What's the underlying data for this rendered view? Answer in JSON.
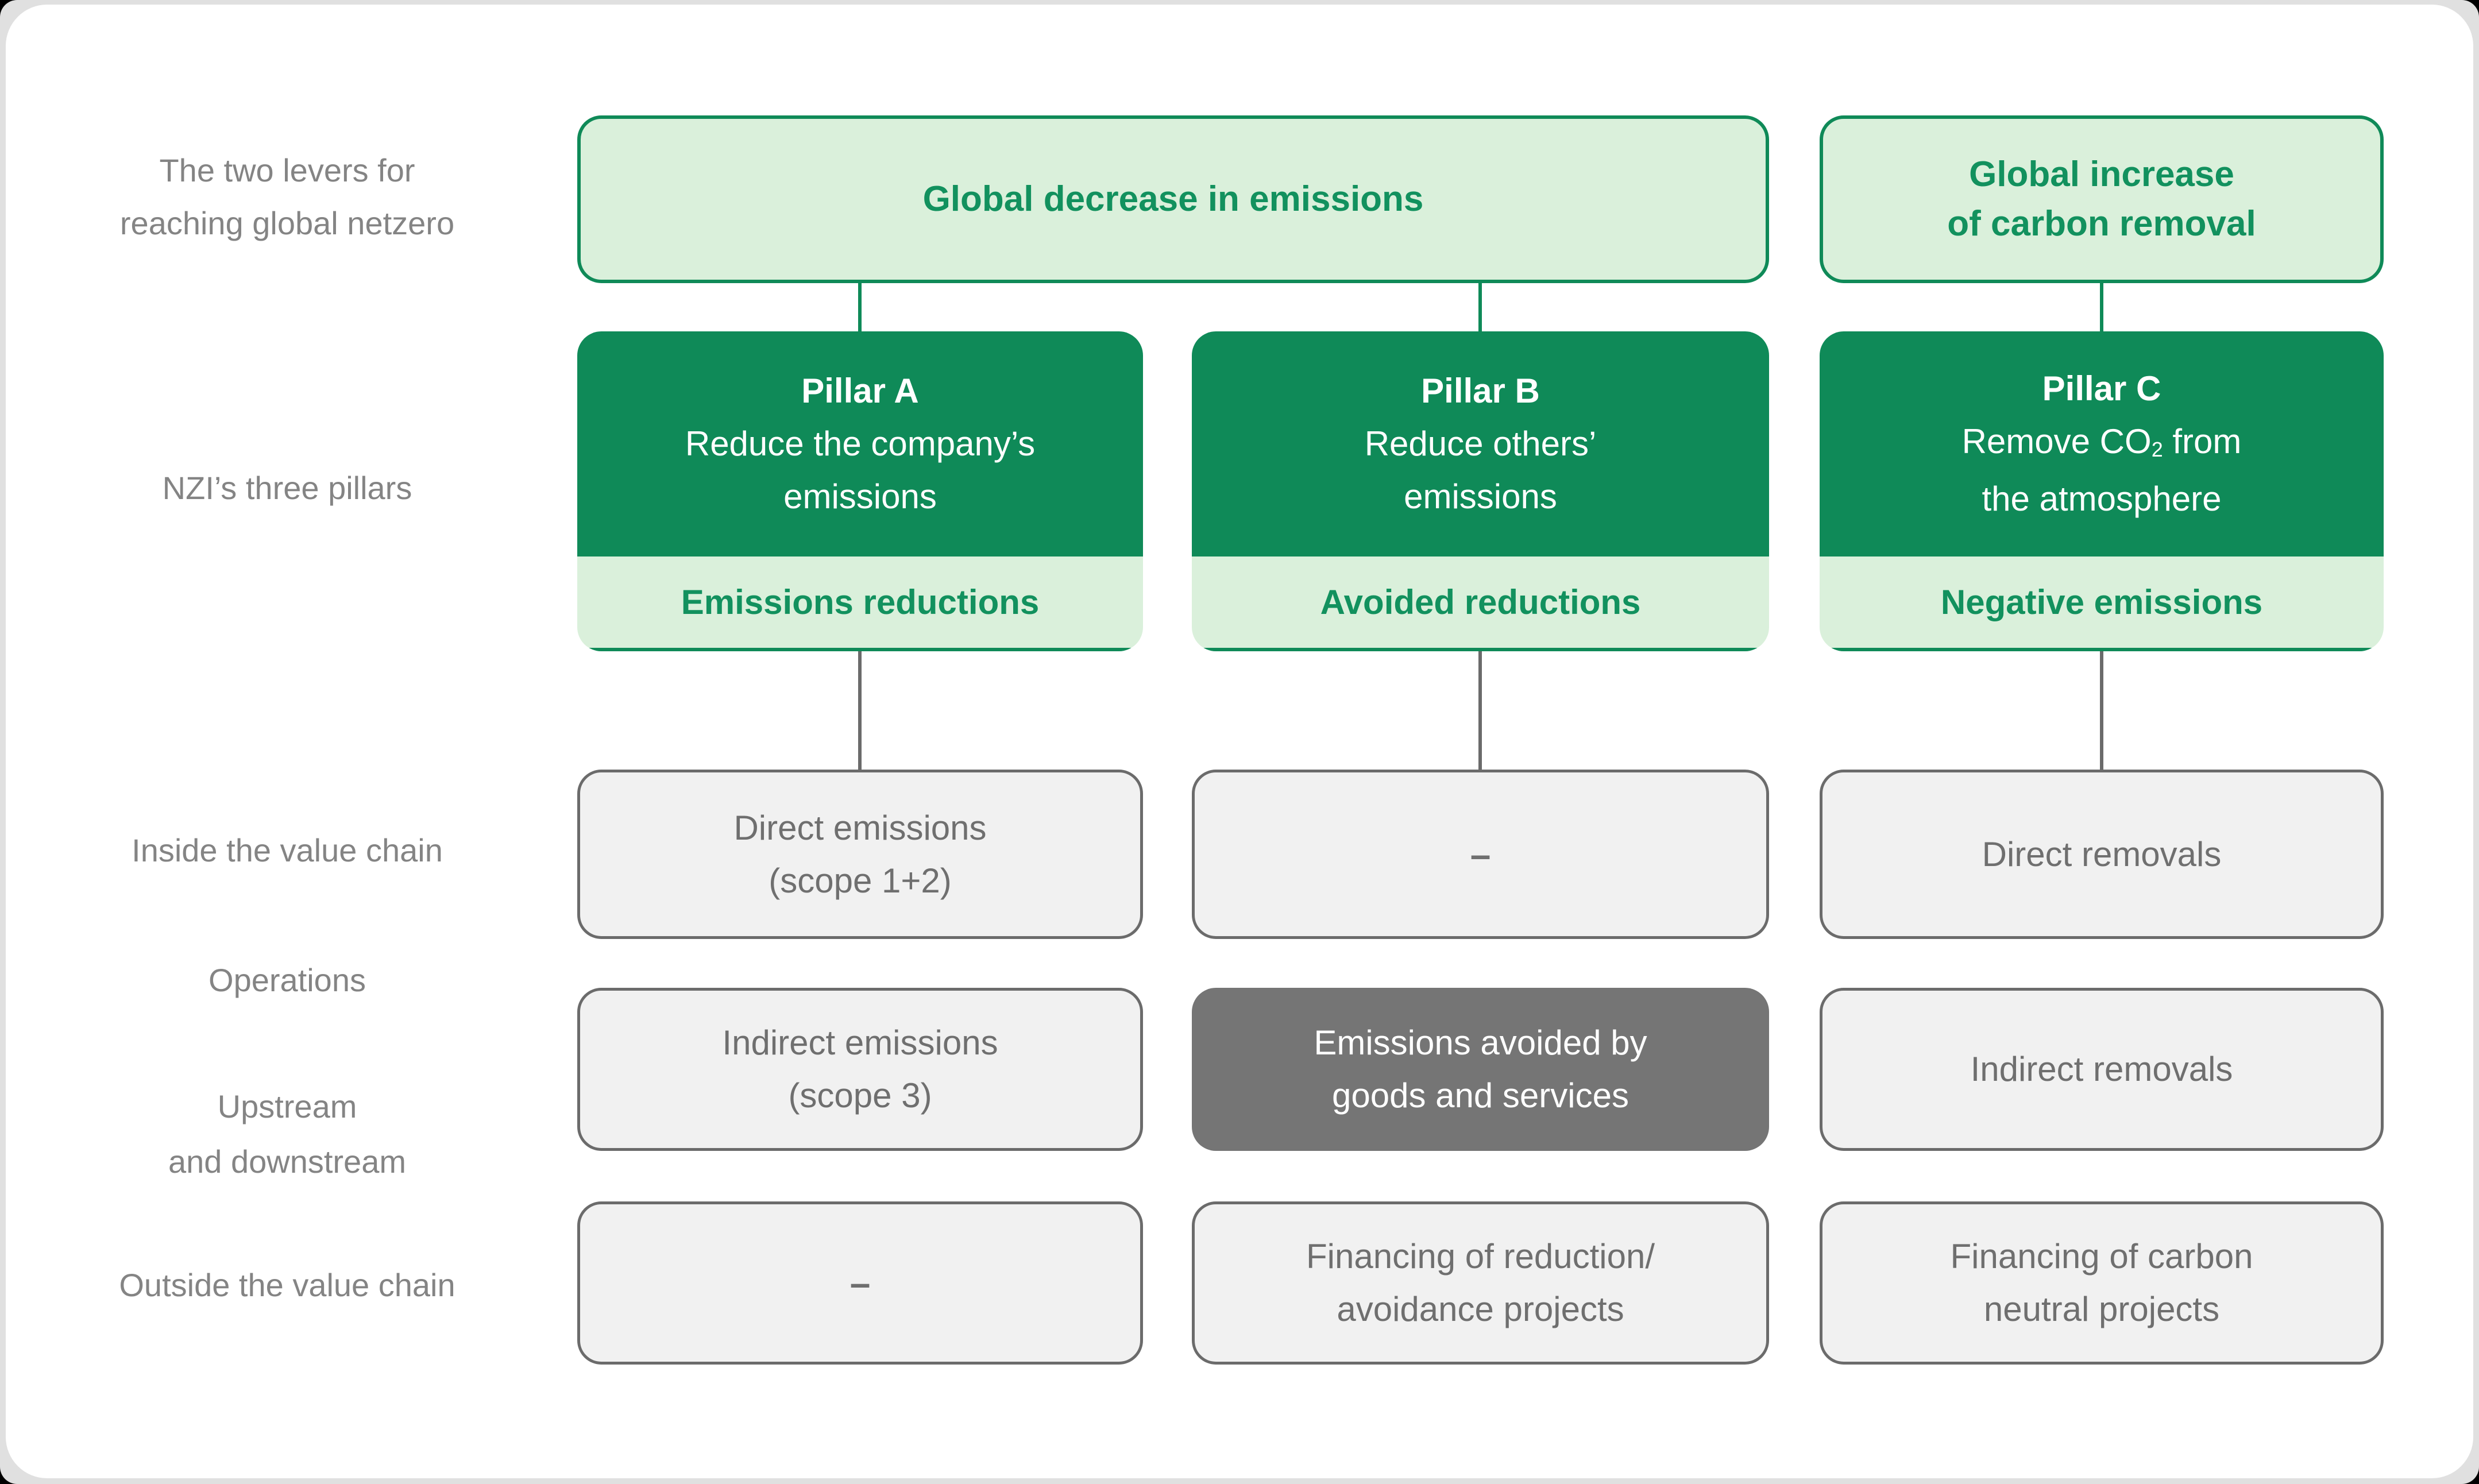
{
  "palette": {
    "dark_green": "#0f8a58",
    "green_text": "#12915e",
    "light_green": "#daf0db",
    "gray_fill": "#f1f1f1",
    "gray_border": "#6b6b6b",
    "gray_text": "#6f6f6f",
    "label_gray": "#848484",
    "dark_gray_fill": "#757575",
    "page_background": "#e0e0e0",
    "card_background": "#ffffff"
  },
  "row_labels": {
    "levers": "The two levers for\nreaching global netzero",
    "pillars": "NZI’s three pillars",
    "inside": "Inside the value chain",
    "operations": "Operations",
    "upstream": "Upstream\nand downstream",
    "outside": "Outside the value chain"
  },
  "levers": {
    "decrease": "Global decrease in emissions",
    "increase": "Global increase\nof carbon removal"
  },
  "pillars": [
    {
      "title": "Pillar A",
      "desc": "Reduce the company’s\nemissions",
      "tag": "Emissions reductions"
    },
    {
      "title": "Pillar B",
      "desc": "Reduce others’\nemissions",
      "tag": "Avoided reductions"
    },
    {
      "title": "Pillar C",
      "desc_pre": "Remove CO",
      "desc_sub": "2",
      "desc_post": " from\nthe atmosphere",
      "tag": "Negative emissions"
    }
  ],
  "matrix": {
    "row1": [
      "Direct emissions\n(scope 1+2)",
      "–",
      "Direct removals"
    ],
    "row2": [
      "Indirect emissions\n(scope 3)",
      "Emissions avoided by\ngoods and services",
      "Indirect removals"
    ],
    "row3": [
      "–",
      "Financing of reduction/\navoidance projects",
      "Financing of carbon\nneutral projects"
    ]
  }
}
